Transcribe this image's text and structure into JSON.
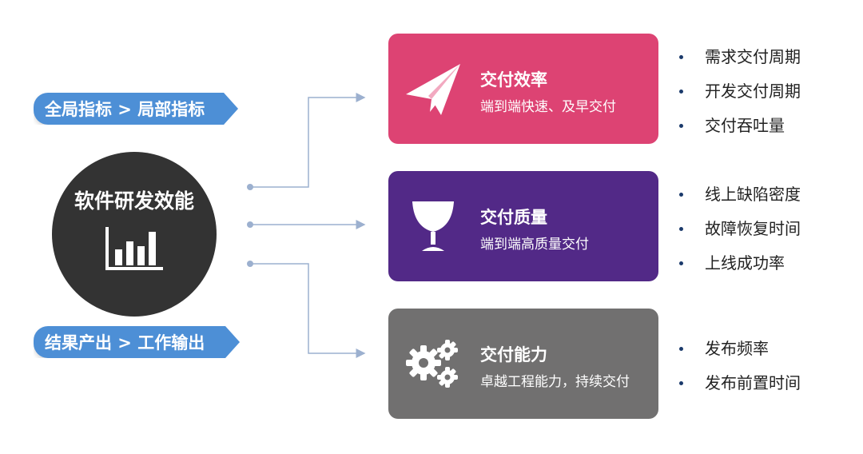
{
  "left": {
    "top_pill": "全局指标 > 局部指标",
    "bottom_pill": "结果产出 > 工作输出",
    "center_title": "软件研发效能",
    "center_icon": "bar-chart-icon"
  },
  "categories": [
    {
      "title": "交付效率",
      "subtitle": "端到端快速、及早交付",
      "color": "#dd4373",
      "icon": "paper-plane-icon",
      "metrics": [
        "需求交付周期",
        "开发交付周期",
        "交付吞吐量"
      ]
    },
    {
      "title": "交付质量",
      "subtitle": "端到端高质量交付",
      "color": "#522987",
      "icon": "goblet-icon",
      "metrics": [
        "线上缺陷密度",
        "故障恢复时间",
        "上线成功率"
      ]
    },
    {
      "title": "交付能力",
      "subtitle": "卓越工程能力，持续交付",
      "color": "#717070",
      "icon": "gears-icon",
      "metrics": [
        "发布频率",
        "发布前置时间"
      ]
    }
  ],
  "colors": {
    "pill": "#4d8fd6",
    "circle": "#333333",
    "connector": "#9cb0cf",
    "bullet": "#1b3a6b"
  }
}
